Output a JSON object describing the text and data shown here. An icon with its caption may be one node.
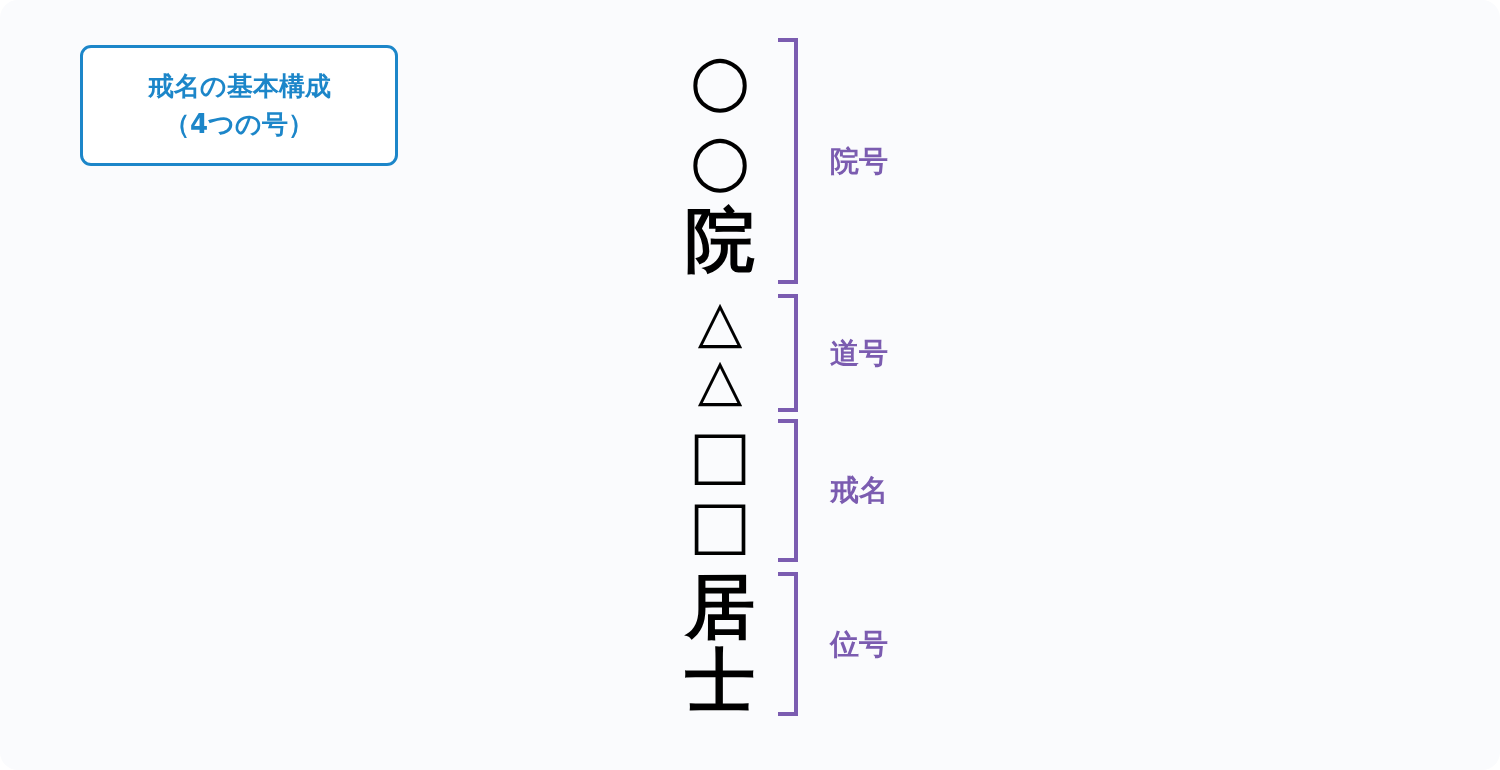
{
  "diagram": {
    "nodes": [
      {
        "text": [
          "戒名の基本構成（4つの号）"
        ]
      }
    ],
    "labels": [
      "○○院",
      "院号",
      "△△",
      "道号",
      "□□",
      "戒名",
      "居士",
      "位号"
    ]
  }
}
